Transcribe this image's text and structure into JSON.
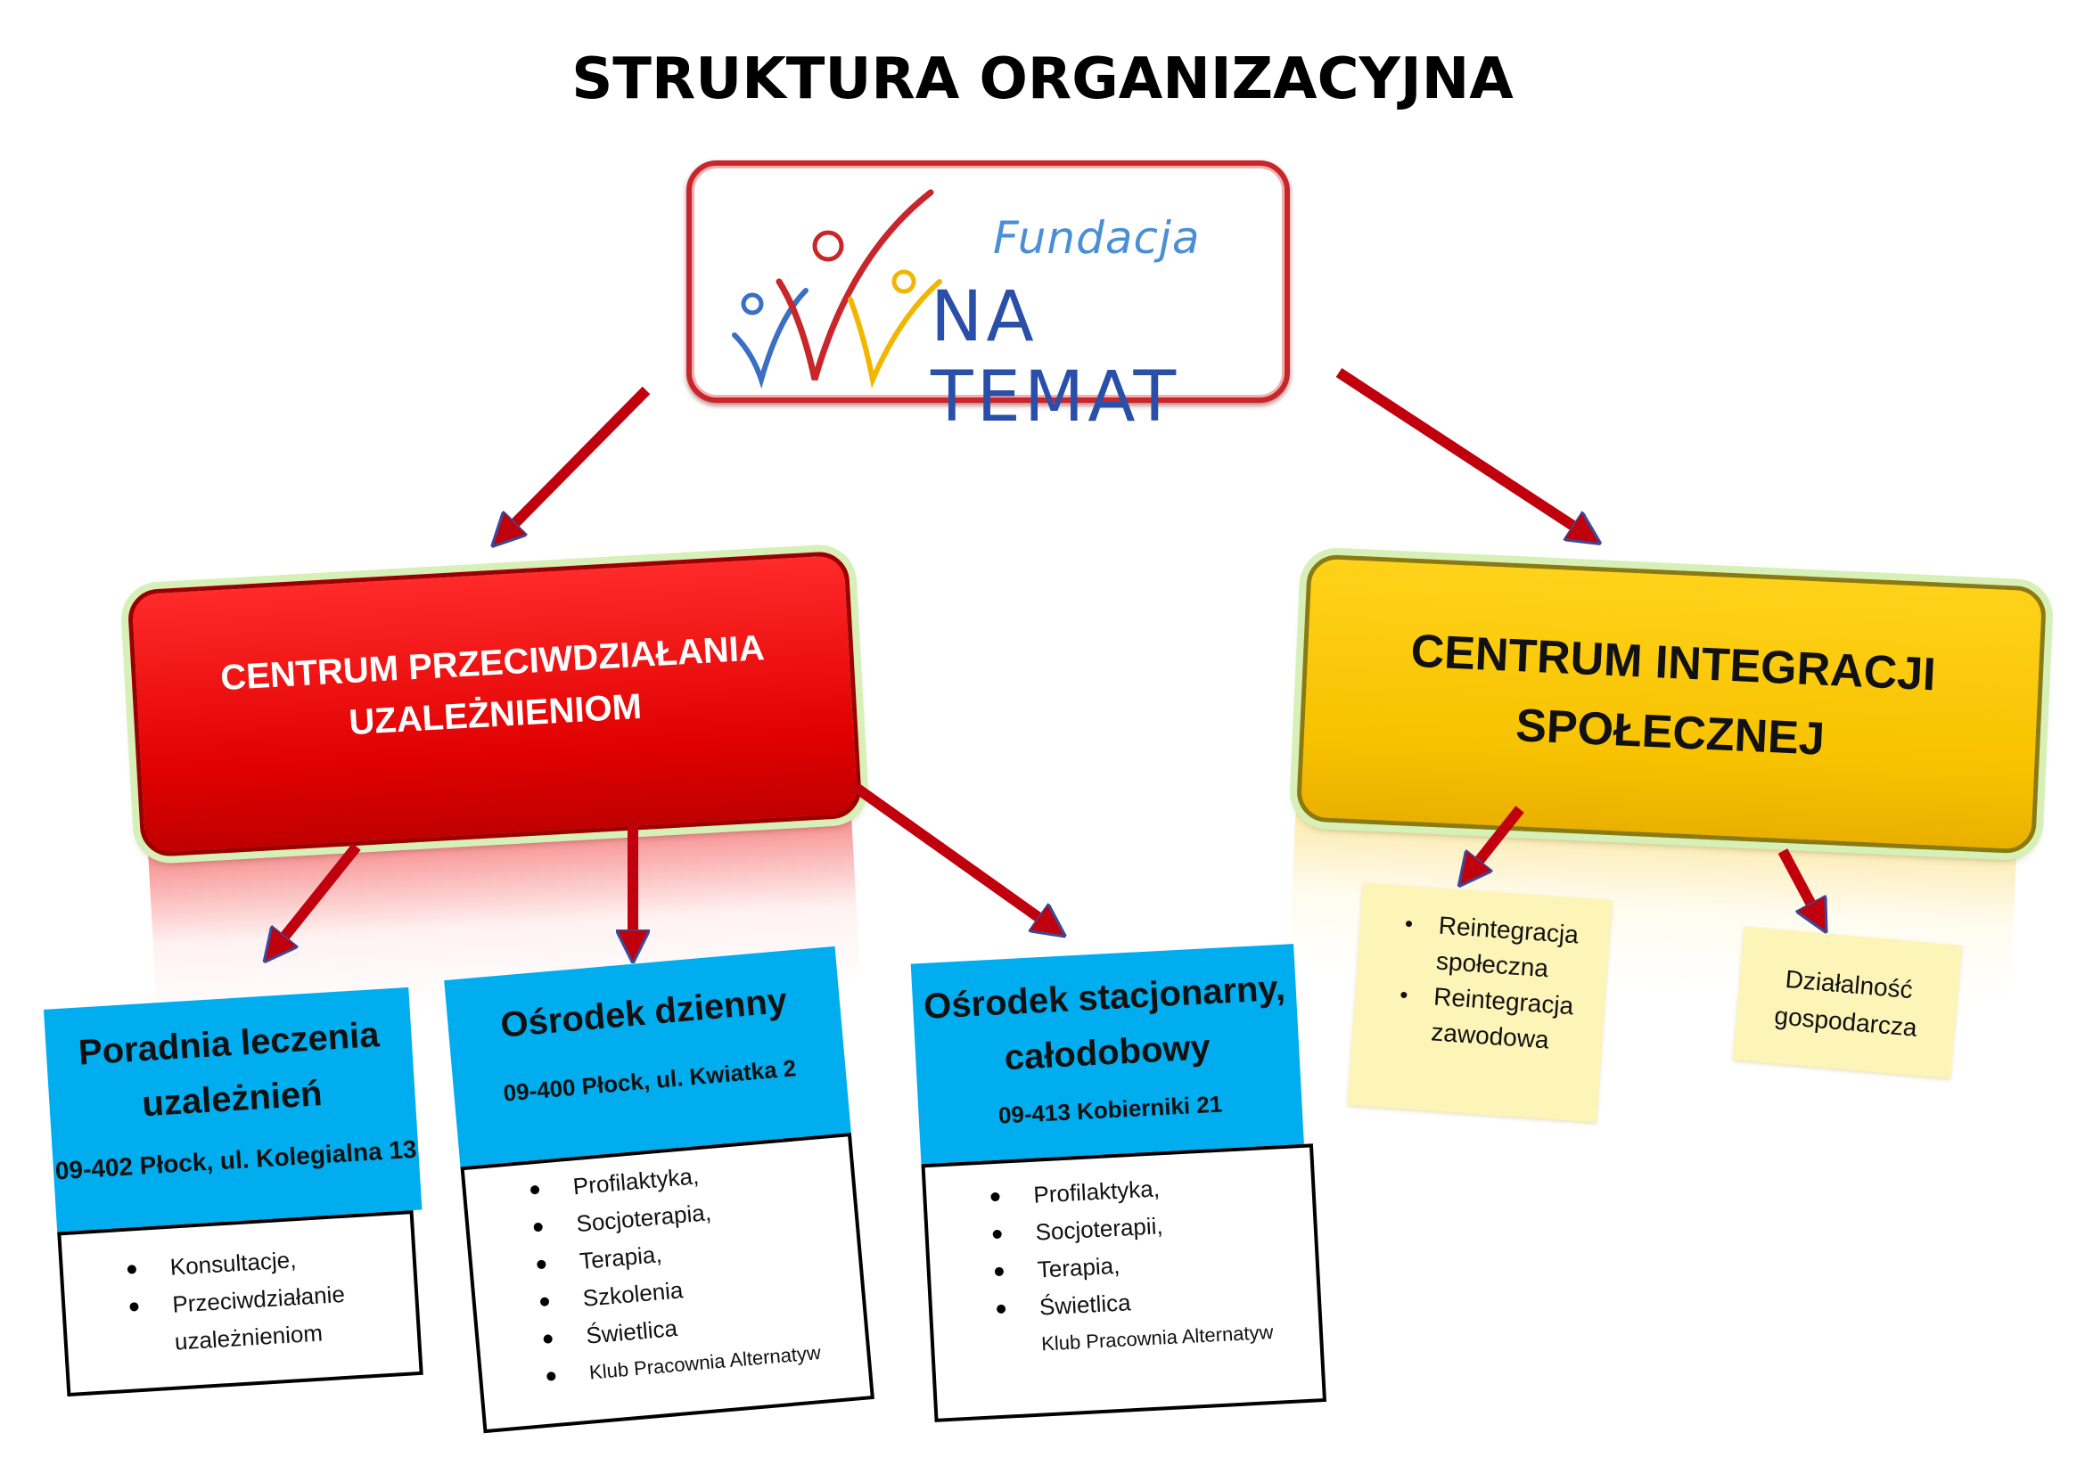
{
  "title": "STRUKTURA ORGANIZACYJNA",
  "logo": {
    "line1": "Fundacja",
    "line2": "NA TEMAT"
  },
  "centers": {
    "red": {
      "line1": "CENTRUM PRZECIWDZIAŁANIA",
      "line2": "UZALEŻNIENIOM",
      "color": "#e00000"
    },
    "yellow": {
      "line1": "CENTRUM INTEGRACJI",
      "line2": "SPOŁECZNEJ",
      "color": "#f7c200"
    }
  },
  "units": {
    "poradnia": {
      "name1": "Poradnia leczenia",
      "name2": "uzależnień",
      "address": "09-402 Płock, ul. Kolegialna 13",
      "items": [
        "Konsultacje,",
        "Przeciwdziałanie",
        "uzależnieniom"
      ]
    },
    "dzienny": {
      "name": "Ośrodek dzienny",
      "address": "09-400 Płock, ul. Kwiatka 2",
      "items": [
        "Profilaktyka,",
        "Socjoterapia,",
        "Terapia,",
        "Szkolenia",
        "Świetlica",
        "Klub Pracownia Alternatyw"
      ]
    },
    "stacjonarny": {
      "name1": "Ośrodek stacjonarny,",
      "name2": "całodobowy",
      "address": "09-413 Kobierniki 21",
      "items": [
        "Profilaktyka,",
        "Socjoterapii,",
        "Terapia,",
        "Świetlica",
        "Klub Pracownia Alternatyw"
      ]
    }
  },
  "notes": {
    "reintegracja": {
      "items": [
        "Reintegracja",
        "społeczna",
        "Reintegracja",
        "zawodowa"
      ]
    },
    "dzialalnosc": {
      "line1": "Działalność",
      "line2": "gospodarcza"
    }
  },
  "colors": {
    "arrow": "#c0000c",
    "arrow_outline": "#3a4a9a",
    "unit_header": "#00adef",
    "note": "#fdf4b8"
  }
}
